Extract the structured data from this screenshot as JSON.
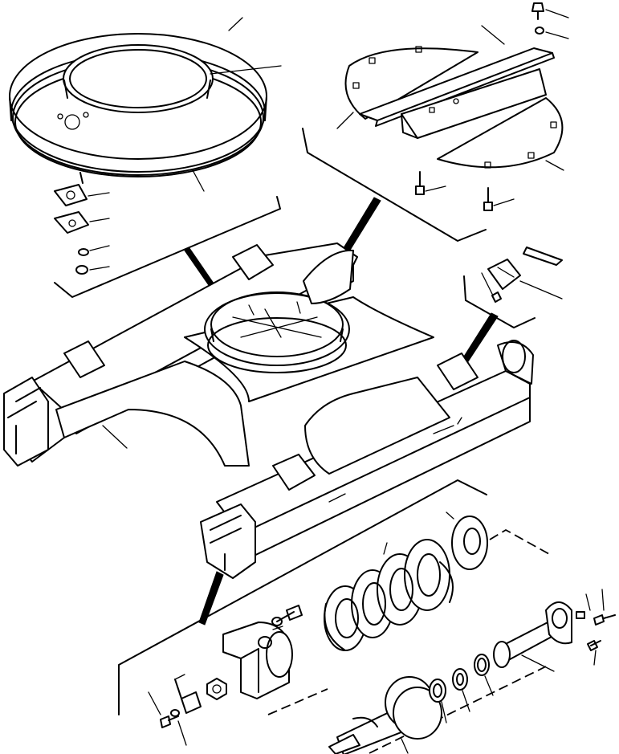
{
  "figure": {
    "type": "exploded-parts-diagram",
    "background": "#ffffff",
    "line_color": "#000000",
    "labels": []
  },
  "groups": [
    "track-frame",
    "swing-bearing",
    "bearing-gaskets-and-nuts",
    "center-covers",
    "side-cover",
    "recoil-spring-assembly",
    "idler-yoke",
    "spring-rod",
    "cylinder-and-seals"
  ]
}
